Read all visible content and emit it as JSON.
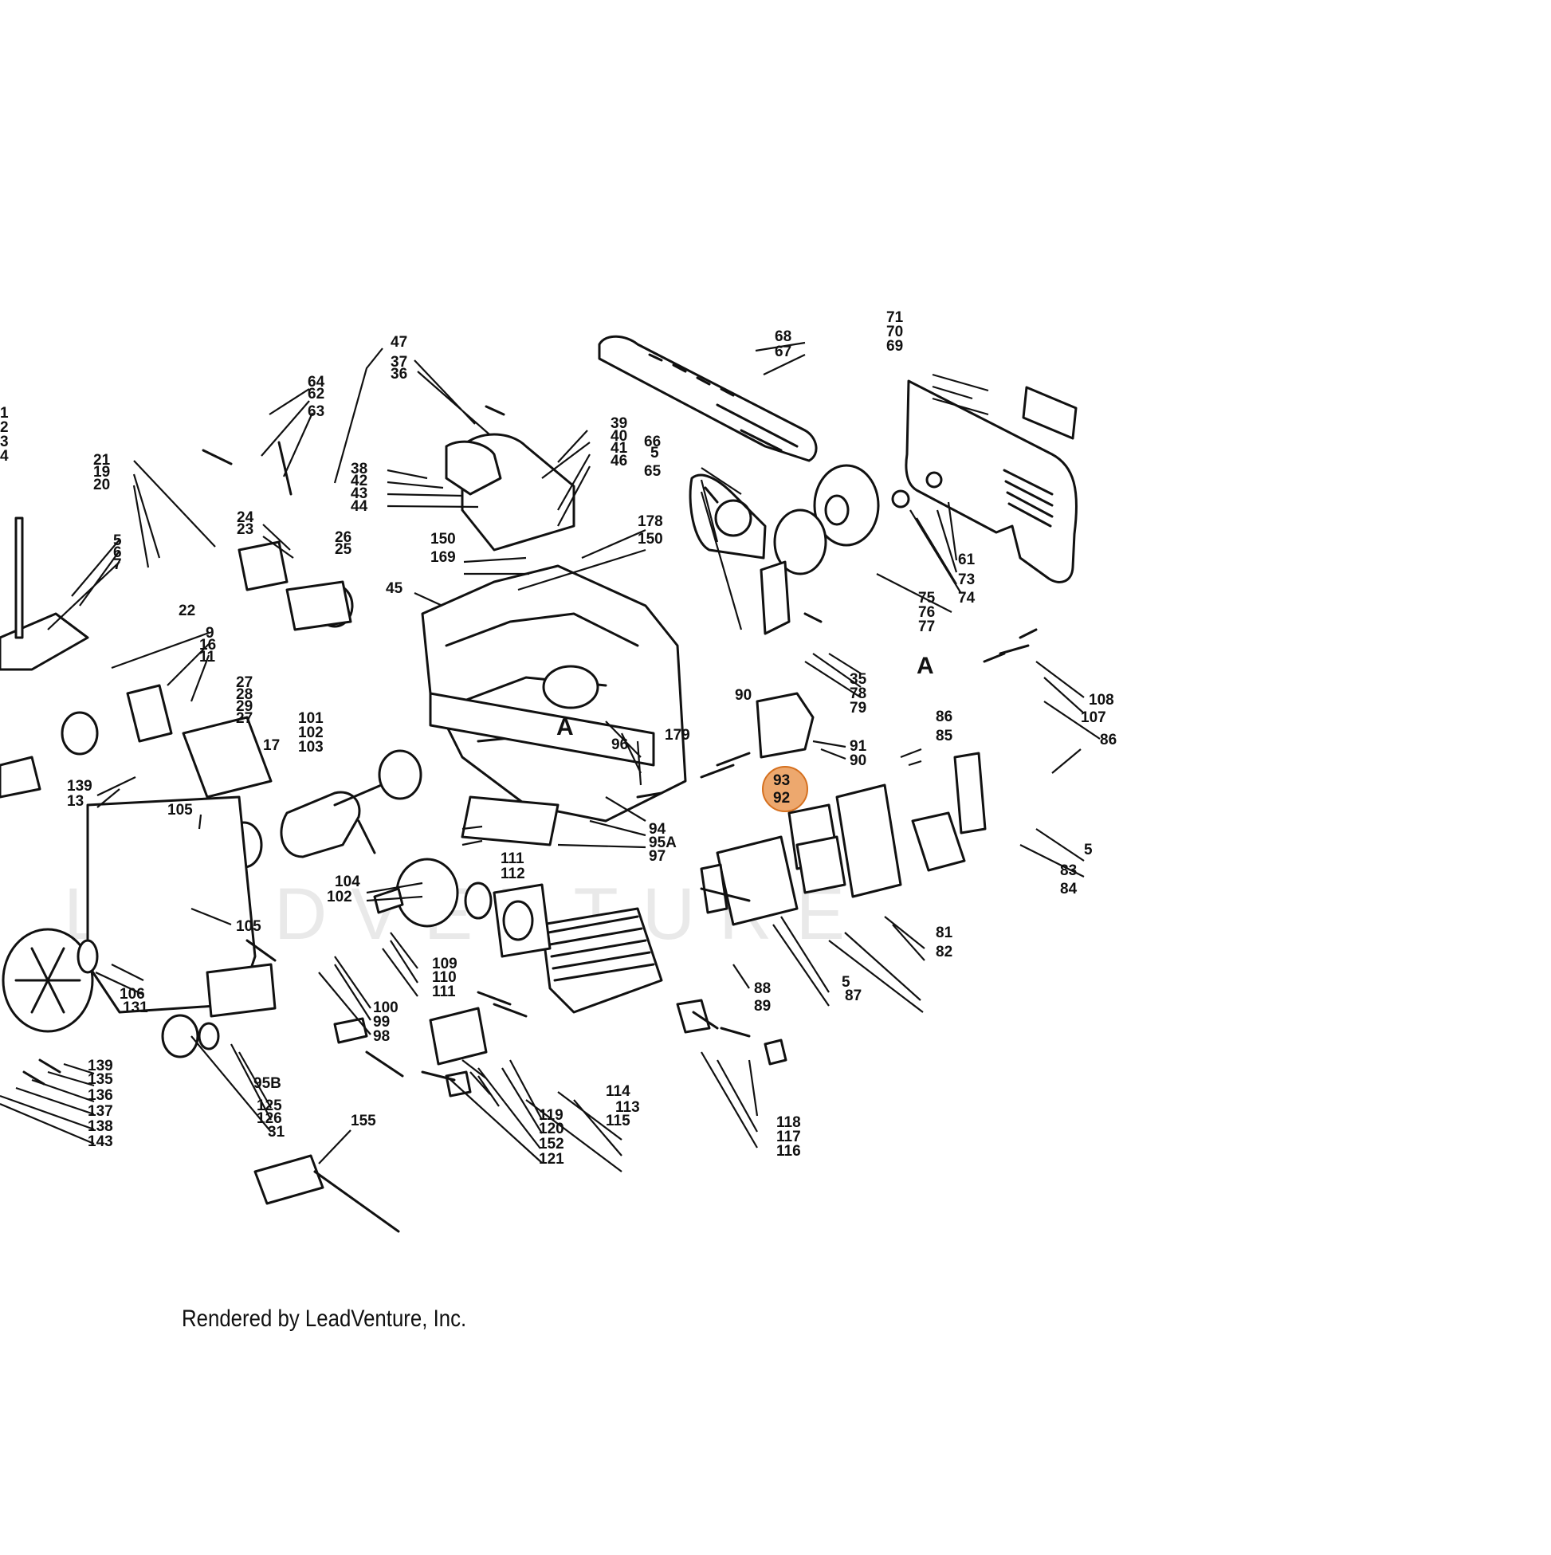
{
  "credit": "Rendered by LeadVenture, Inc.",
  "watermark": "LEADVENTURE",
  "highlight": {
    "labels": [
      "93",
      "92"
    ],
    "color": "#e8924a"
  },
  "reference_marks": [
    "A",
    "A"
  ],
  "part_labels": [
    "1",
    "2",
    "3",
    "4",
    "5",
    "6",
    "7",
    "9",
    "11",
    "13",
    "16",
    "17",
    "19",
    "20",
    "21",
    "22",
    "23",
    "24",
    "25",
    "26",
    "27",
    "28",
    "29",
    "27",
    "31",
    "35",
    "36",
    "37",
    "38",
    "39",
    "40",
    "41",
    "42",
    "43",
    "44",
    "45",
    "46",
    "47",
    "5",
    "61",
    "62",
    "63",
    "64",
    "65",
    "66",
    "67",
    "68",
    "69",
    "70",
    "71",
    "73",
    "74",
    "75",
    "76",
    "77",
    "78",
    "79",
    "81",
    "82",
    "83",
    "84",
    "85",
    "86",
    "86",
    "87",
    "88",
    "89",
    "90",
    "90",
    "91",
    "94",
    "95A",
    "95B",
    "96",
    "97",
    "98",
    "99",
    "100",
    "101",
    "102",
    "102",
    "103",
    "104",
    "105",
    "105",
    "106",
    "107",
    "108",
    "109",
    "110",
    "111",
    "111",
    "112",
    "113",
    "114",
    "115",
    "116",
    "117",
    "118",
    "119",
    "120",
    "121",
    "125",
    "126",
    "131",
    "135",
    "136",
    "137",
    "138",
    "139",
    "139",
    "143",
    "150",
    "150",
    "152",
    "155",
    "169",
    "178",
    "179",
    "5",
    "5"
  ]
}
